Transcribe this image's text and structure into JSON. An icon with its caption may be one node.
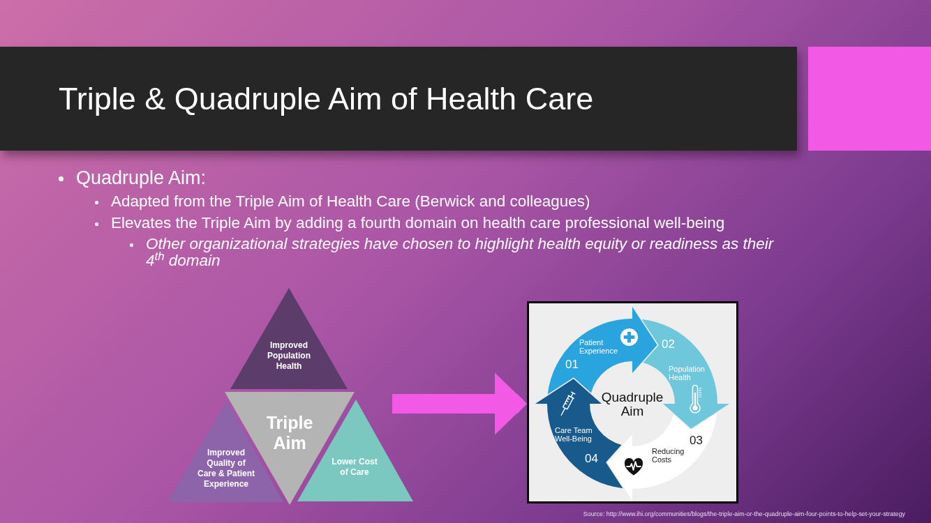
{
  "diagram": {
    "title": "Triple & Quadruple Aim of Health Care",
    "nodes": [
      {
        "text": [
          "Improved Population Health"
        ]
      },
      {
        "text": [
          "Triple Aim"
        ]
      },
      {
        "text": [
          "Improved Quality of Care & Patient Experience"
        ]
      },
      {
        "text": [
          "Lower Cost of Care"
        ]
      },
      {
        "text": [
          "Quadruple Aim"
        ]
      },
      {
        "text": [
          "Patient Experience",
          "01"
        ],
        "in": 4
      },
      {
        "text": [
          "02",
          "Population Health"
        ],
        "in": 4
      },
      {
        "text": [
          "03",
          "Reducing Costs"
        ],
        "in": 4
      },
      {
        "text": [
          "Care Team Well-Being",
          "04"
        ],
        "in": 4
      }
    ],
    "edges": [
      {
        "from": null,
        "to": 4,
        "arrow": "to"
      }
    ],
    "labels": [
      "Quadruple Aim:",
      "Adapted from the Triple Aim of Health Care (Berwick and colleagues)",
      "Elevates the Triple Aim by adding a fourth domain on health care professional well-being",
      "Other organizational strategies have chosen to highlight health equity or readiness as their 4$^{th}$ domain",
      "Source: http://www.ihi.org/communities/blogs/the-triple-aim-or-the-quadruple-aim-four-points-to-help-set-your-strategy"
    ]
  }
}
